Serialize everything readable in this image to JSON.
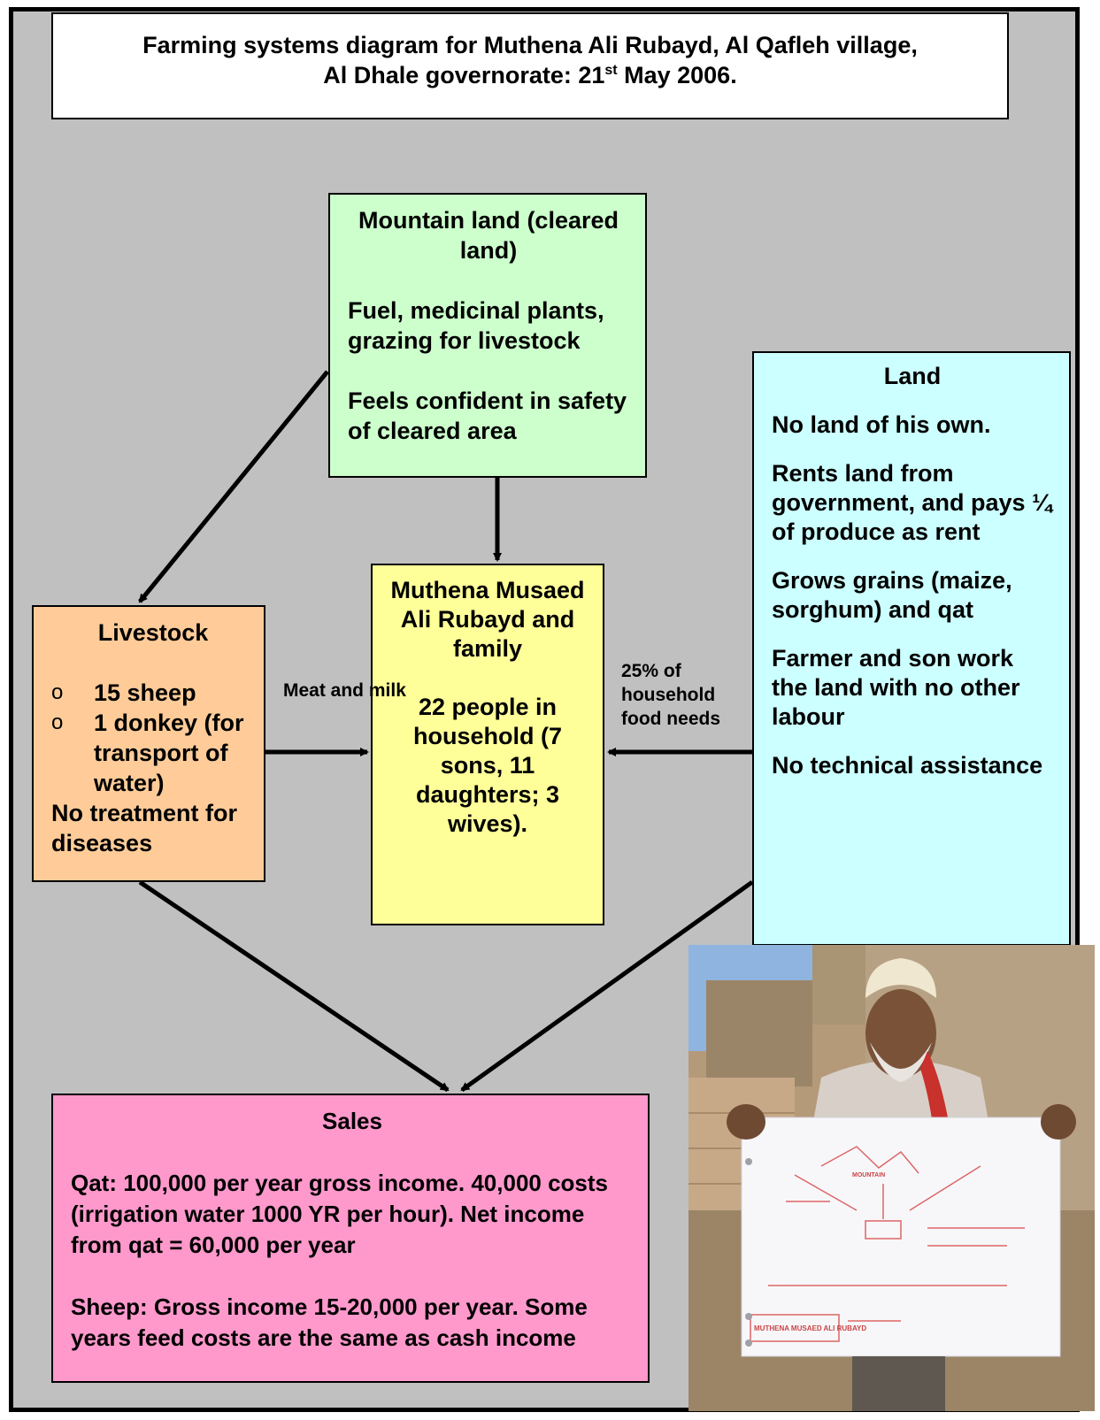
{
  "title": {
    "line1": "Farming systems diagram for Muthena Ali Rubayd, Al Qafleh village,",
    "line2_prefix": "Al Dhale governorate: 21",
    "line2_sup": "st",
    "line2_suffix": " May 2006."
  },
  "mountain": {
    "heading": "Mountain land (cleared land)",
    "p1": "Fuel, medicinal plants, grazing for livestock",
    "p2": "Feels confident in safety of cleared area"
  },
  "land": {
    "heading": "Land",
    "items": [
      "No land of his own.",
      "Rents land from government, and pays ¼ of produce as rent",
      "Grows grains (maize, sorghum) and qat",
      "Farmer and son work the land with no other labour",
      "No technical assistance"
    ]
  },
  "household": {
    "name": "Muthena Musaed Ali Rubayd and family",
    "detail": "22 people in household (7 sons, 11 daughters; 3 wives)."
  },
  "livestock": {
    "heading": "Livestock",
    "bullet_glyph": "o",
    "items": [
      "15 sheep",
      "1 donkey (for transport of water)"
    ],
    "note": "No treatment for diseases"
  },
  "arrow_labels": {
    "meat_milk": "Meat and milk",
    "food_needs": "25% of household food needs"
  },
  "sales": {
    "heading": "Sales",
    "p1": "Qat: 100,000 per year gross income. 40,000 costs (irrigation water 1000 YR per hour). Net income from qat = 60,000 per year",
    "p2": "Sheep: Gross income 15-20,000 per year. Some years feed costs are the same as cash income"
  },
  "photo": {
    "paper_box": "MUTHENA MUSAED ALI RUBAYD",
    "paper_mid": "MOUNTAIN"
  },
  "colors": {
    "background": "#c0c0c0",
    "mountain": "#ccffcc",
    "land": "#ccffff",
    "household": "#ffff99",
    "livestock": "#ffcc99",
    "sales": "#ff99cc"
  }
}
